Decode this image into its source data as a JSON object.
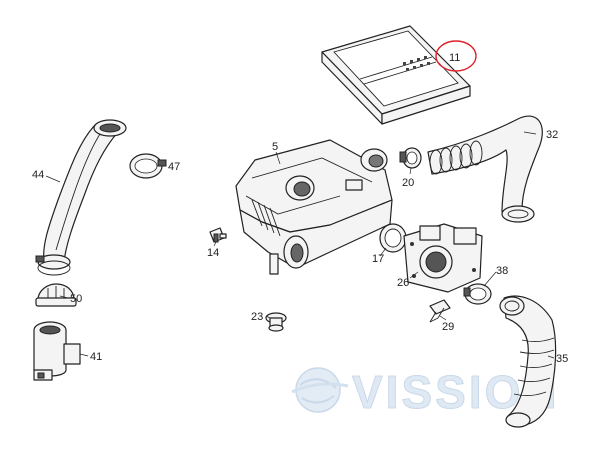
{
  "callouts": [
    {
      "id": "11",
      "label": "11",
      "highlighted": true
    },
    {
      "id": "5",
      "label": "5"
    },
    {
      "id": "32",
      "label": "32"
    },
    {
      "id": "44",
      "label": "44"
    },
    {
      "id": "47",
      "label": "47"
    },
    {
      "id": "20",
      "label": "20"
    },
    {
      "id": "14",
      "label": "14"
    },
    {
      "id": "17",
      "label": "17"
    },
    {
      "id": "26",
      "label": "26"
    },
    {
      "id": "38",
      "label": "38"
    },
    {
      "id": "50",
      "label": "50"
    },
    {
      "id": "23",
      "label": "23"
    },
    {
      "id": "29",
      "label": "29"
    },
    {
      "id": "41",
      "label": "41"
    },
    {
      "id": "35",
      "label": "35"
    }
  ],
  "highlight_color": "#e0202a",
  "watermark": {
    "text": "VISSION",
    "color": "#c9d9ea"
  }
}
